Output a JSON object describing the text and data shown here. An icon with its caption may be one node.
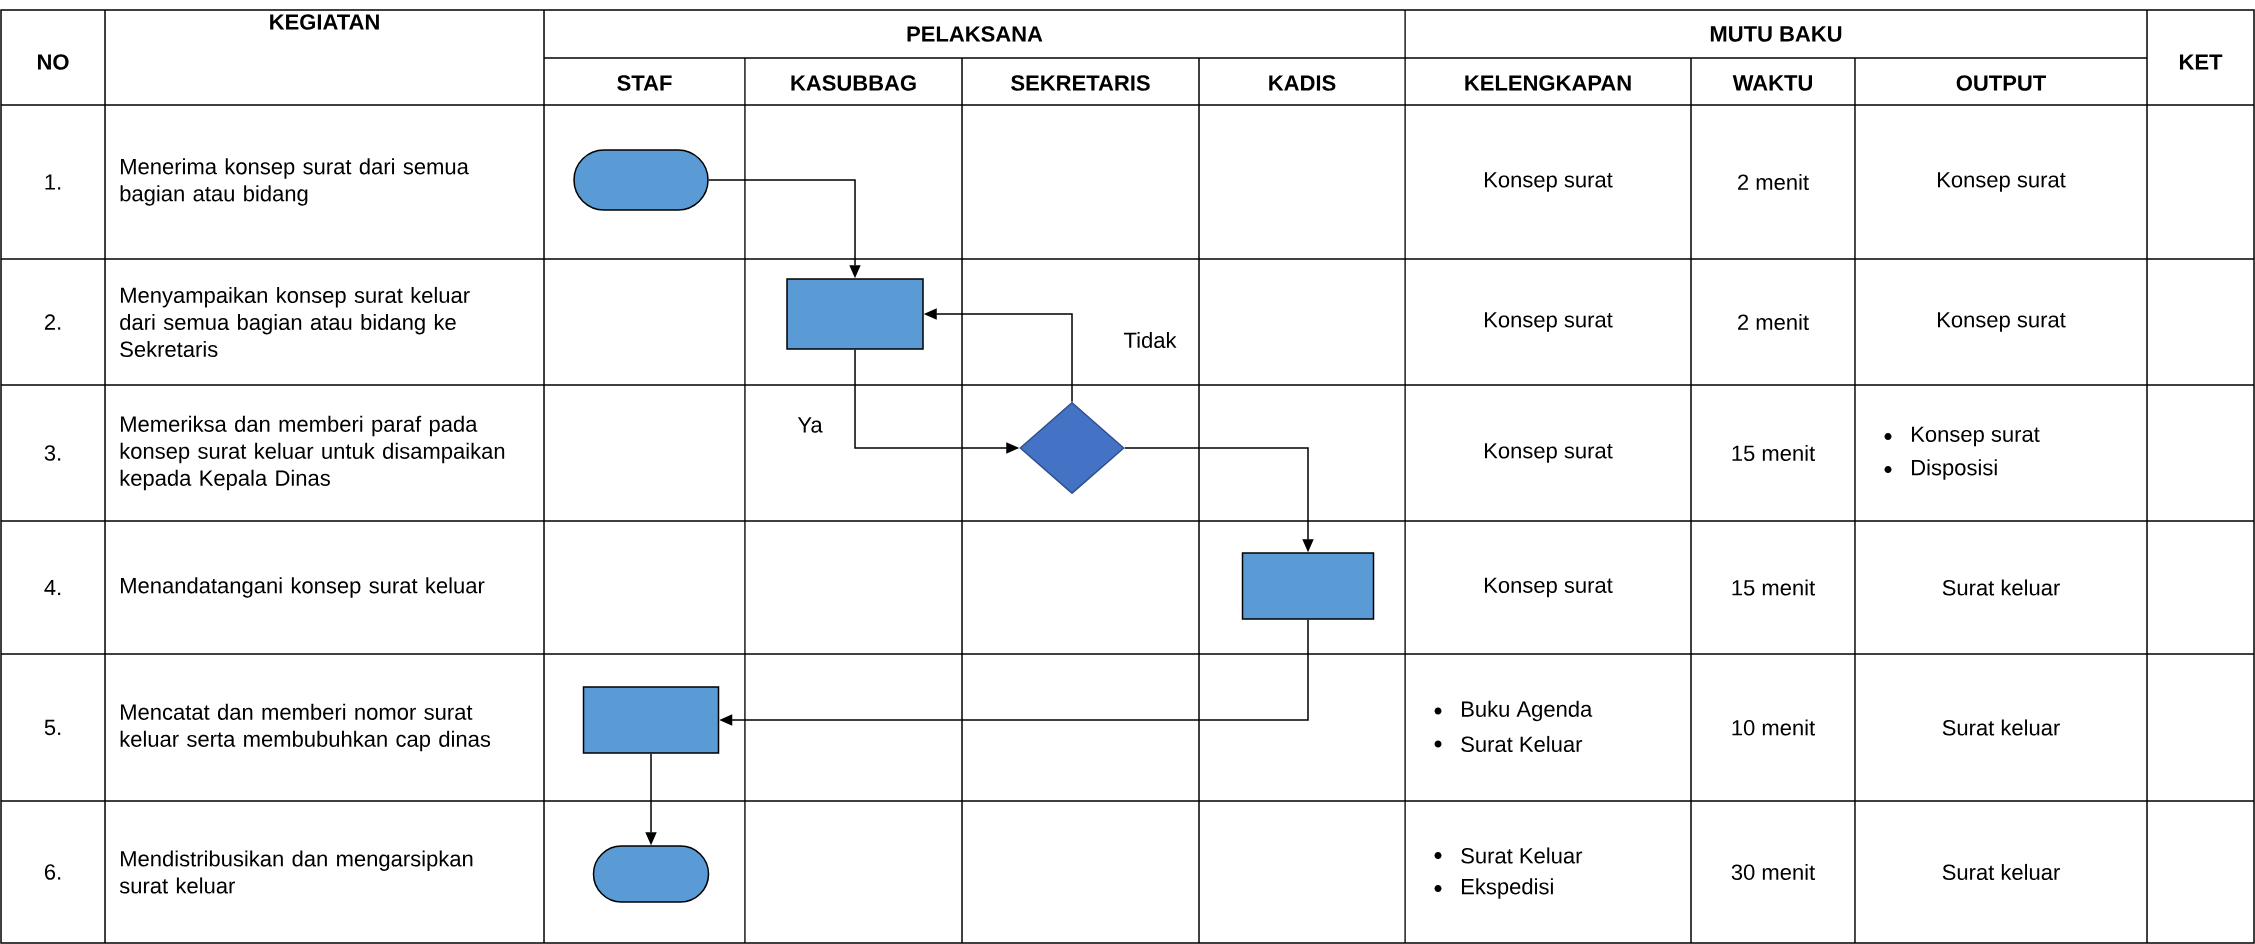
{
  "diagram": {
    "nodes": [
      {
        "text": [],
        "shape": "terminator"
      },
      {
        "text": [],
        "shape": "box"
      },
      {
        "text": [],
        "shape": "diamond"
      },
      {
        "text": [],
        "shape": "box"
      },
      {
        "text": [],
        "shape": "box"
      },
      {
        "text": [],
        "shape": "terminator"
      }
    ],
    "edges": [
      {
        "from": 0,
        "to": 1,
        "arrow": "to"
      },
      {
        "from": 1,
        "to": 2,
        "arrow": "to",
        "label": "Ya"
      },
      {
        "from": 2,
        "to": 1,
        "arrow": "to",
        "label": "Tidak"
      },
      {
        "from": 2,
        "to": 3,
        "arrow": "to"
      },
      {
        "from": 3,
        "to": 4,
        "arrow": "to"
      },
      {
        "from": 4,
        "to": 5,
        "arrow": "to"
      }
    ],
    "labels": [
      "NO",
      "KEGIATAN",
      "PELAKSANA",
      "MUTU BAKU",
      "KET",
      "STAF",
      "KASUBBAG",
      "SEKRETARIS",
      "KADIS",
      "KELENGKAPAN",
      "WAKTU",
      "OUTPUT",
      "1.",
      "Menerima konsep surat dari semua bagian atau bidang",
      "Konsep surat",
      "2 menit",
      "Konsep surat",
      "2.",
      "Menyampaikan konsep surat keluar dari semua bagian atau bidang ke Sekretaris",
      "Konsep surat",
      "2 menit",
      "Konsep surat",
      "3.",
      "Memeriksa dan memberi paraf pada konsep surat keluar untuk disampaikan kepada Kepala Dinas",
      "Konsep surat",
      "15 menit",
      "Konsep surat",
      "Disposisi",
      "4.",
      "Menandatangani konsep surat keluar",
      "Konsep surat",
      "15 menit",
      "Surat keluar",
      "5.",
      "Mencatat dan memberi nomor surat keluar serta membubuhkan cap dinas",
      "Buku Agenda",
      "Surat Keluar",
      "10 menit",
      "Surat keluar",
      "6.",
      "Mendistribusikan dan mengarsipkan surat keluar",
      "Surat Keluar",
      "Ekspedisi",
      "30 menit",
      "Surat keluar"
    ]
  }
}
